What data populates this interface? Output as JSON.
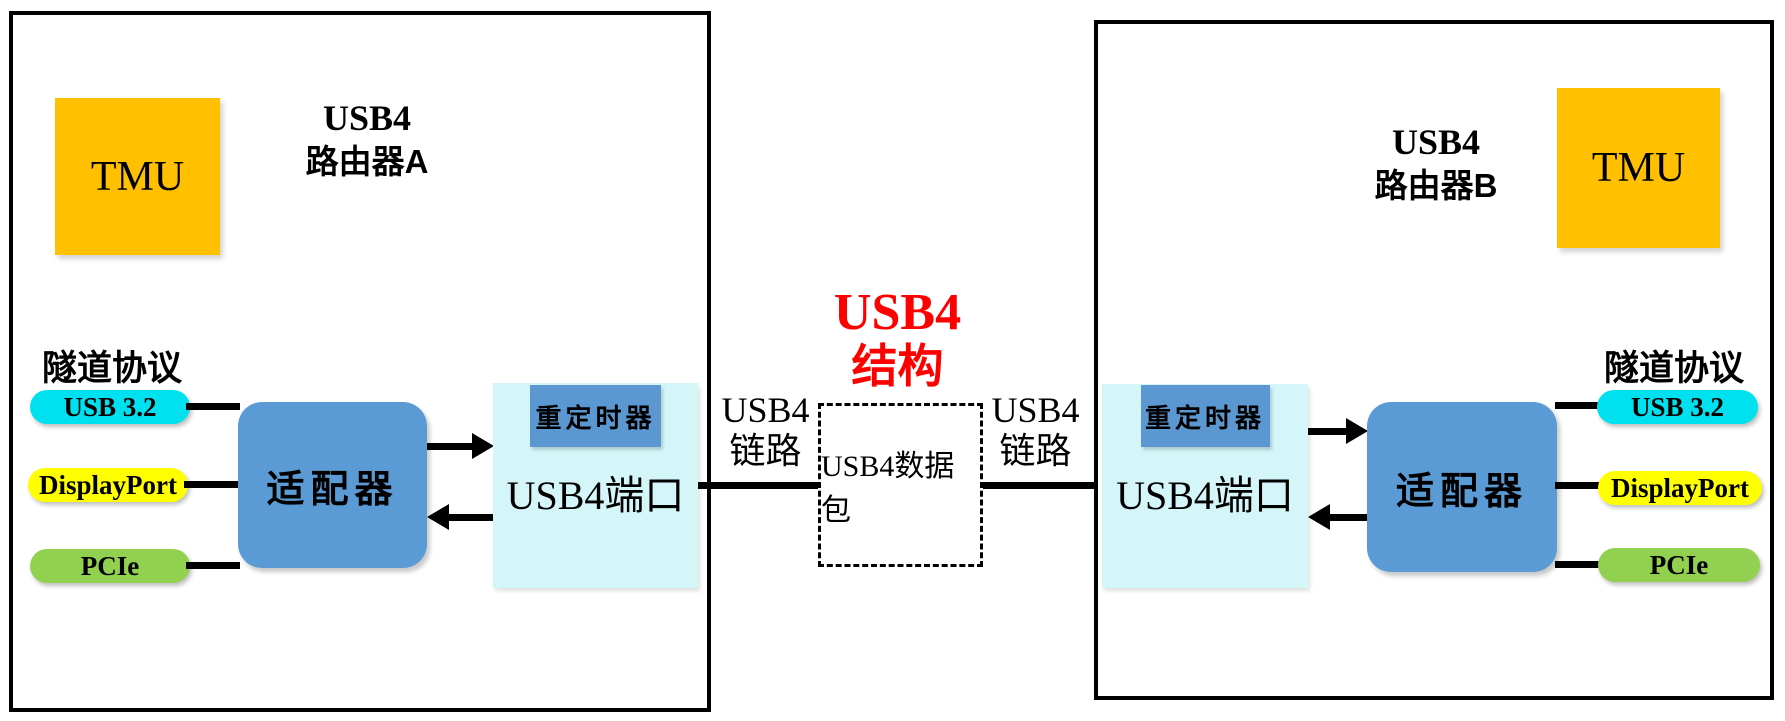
{
  "diagram": {
    "router_a": {
      "title_line1": "USB4",
      "title_line2": "路由器A",
      "tmu_label": "TMU",
      "tunnel_protocols_label": "隧道协议",
      "protocols": [
        {
          "label": "USB 3.2",
          "color": "#00e1ef"
        },
        {
          "label": "DisplayPort",
          "color": "#ffff00"
        },
        {
          "label": "PCIe",
          "color": "#92d050"
        }
      ],
      "adapter_label": "适配器",
      "retimer_label": "重定时器",
      "port_label": "USB4端口"
    },
    "router_b": {
      "title_line1": "USB4",
      "title_line2": "路由器B",
      "tmu_label": "TMU",
      "tunnel_protocols_label": "隧道协议",
      "protocols": [
        {
          "label": "USB 3.2",
          "color": "#00e1ef"
        },
        {
          "label": "DisplayPort",
          "color": "#ffff00"
        },
        {
          "label": "PCIe",
          "color": "#92d050"
        }
      ],
      "adapter_label": "适配器",
      "retimer_label": "重定时器",
      "port_label": "USB4端口"
    },
    "fabric": {
      "title_line1": "USB4",
      "title_line2": "结构",
      "title_color": "#ff0000",
      "packet_label": "USB4数据包"
    },
    "links": {
      "left_label_line1": "USB4",
      "left_label_line2": "链路",
      "right_label_line1": "USB4",
      "right_label_line2": "链路"
    },
    "colors": {
      "tmu": "#ffc000",
      "adapter": "#5b9bd5",
      "retimer": "#5b97d0",
      "port_background": "#d5f6f8",
      "usb32_pill": "#00e1ef",
      "displayport_pill": "#ffff00",
      "pcie_pill": "#92d050",
      "fabric_title": "#ff0000",
      "line": "#000000"
    }
  }
}
